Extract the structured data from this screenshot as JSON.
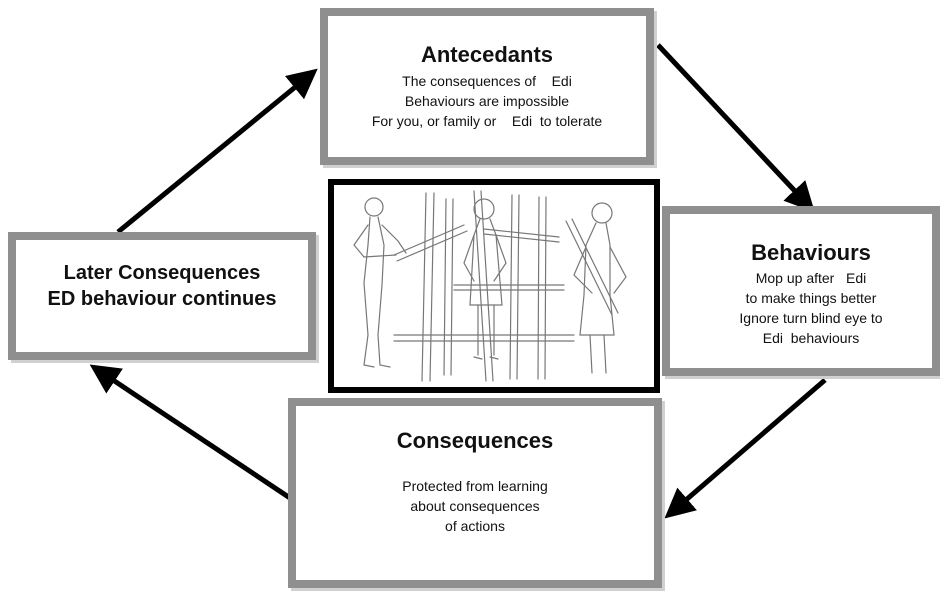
{
  "antecedants": {
    "title": "Antecedants",
    "lines": [
      "The consequences of    Edi",
      "Behaviours are impossible",
      "For you, or family or    Edi  to tolerate"
    ]
  },
  "behaviours": {
    "title": "Behaviours",
    "lines": [
      "Mop up after   Edi",
      "to make things better",
      "Ignore turn blind eye to",
      "Edi  behaviours"
    ]
  },
  "consequences": {
    "title": "Consequences",
    "lines": [
      "Protected from learning",
      "about consequences",
      "of actions"
    ]
  },
  "later": {
    "lines": [
      "Later Consequences",
      "ED behaviour continues"
    ]
  },
  "illustration": {
    "icon": "sketch-of-people-among-poles"
  },
  "colors": {
    "box_border": "#8f8f8f",
    "arrow": "#000000"
  }
}
